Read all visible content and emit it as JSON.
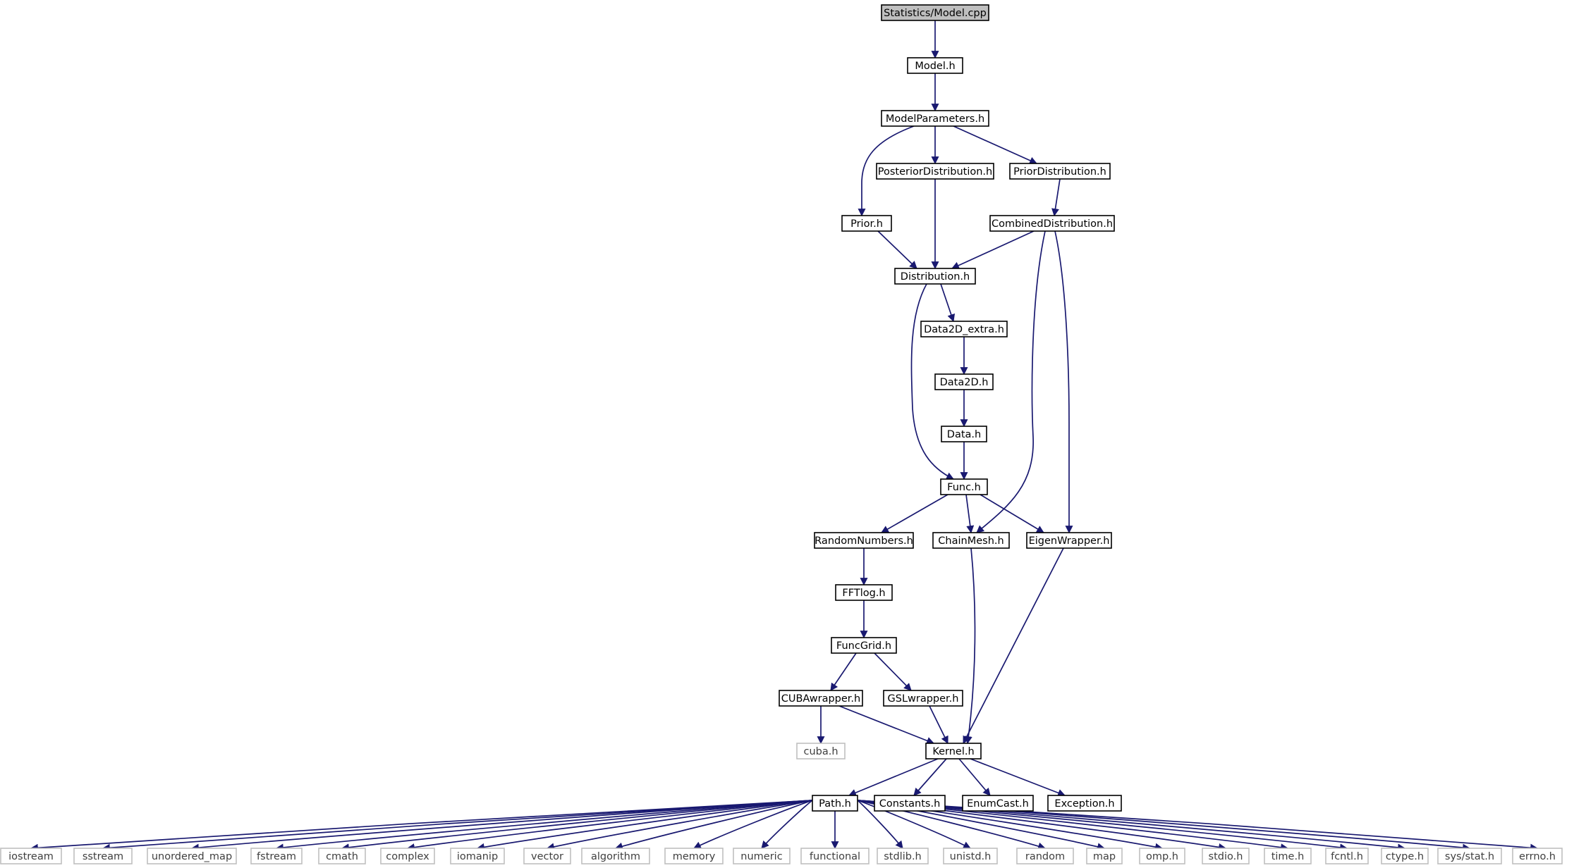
{
  "colors": {
    "edge": "#191970",
    "root_fill": "#bfbfbf",
    "node_border": "#000000",
    "external_border": "#bfbfbf",
    "external_text": "#3f3f3f",
    "text": "#000000"
  },
  "nodes": {
    "statistics_model_cpp": "Statistics/Model.cpp",
    "model_h": "Model.h",
    "modelparameters_h": "ModelParameters.h",
    "posteriordistribution_h": "PosteriorDistribution.h",
    "priordistribution_h": "PriorDistribution.h",
    "prior_h": "Prior.h",
    "combineddistribution_h": "CombinedDistribution.h",
    "distribution_h": "Distribution.h",
    "data2d_extra_h": "Data2D_extra.h",
    "data2d_h": "Data2D.h",
    "data_h": "Data.h",
    "func_h": "Func.h",
    "randomnumbers_h": "RandomNumbers.h",
    "chainmesh_h": "ChainMesh.h",
    "eigenwrapper_h": "EigenWrapper.h",
    "fftlog_h": "FFTlog.h",
    "funcgrid_h": "FuncGrid.h",
    "cubawrapper_h": "CUBAwrapper.h",
    "gslwrapper_h": "GSLwrapper.h",
    "cuba_h": "cuba.h",
    "kernel_h": "Kernel.h",
    "path_h": "Path.h",
    "constants_h": "Constants.h",
    "enumcast_h": "EnumCast.h",
    "exception_h": "Exception.h",
    "iostream": "iostream",
    "sstream": "sstream",
    "unordered_map": "unordered_map",
    "fstream": "fstream",
    "cmath": "cmath",
    "complex": "complex",
    "iomanip": "iomanip",
    "vector": "vector",
    "algorithm": "algorithm",
    "memory": "memory",
    "numeric": "numeric",
    "functional": "functional",
    "stdlib_h": "stdlib.h",
    "unistd_h": "unistd.h",
    "random": "random",
    "map": "map",
    "omp_h": "omp.h",
    "stdio_h": "stdio.h",
    "time_h": "time.h",
    "fcntl_h": "fcntl.h",
    "ctype_h": "ctype.h",
    "sys_stat_h": "sys/stat.h",
    "errno_h": "errno.h"
  }
}
